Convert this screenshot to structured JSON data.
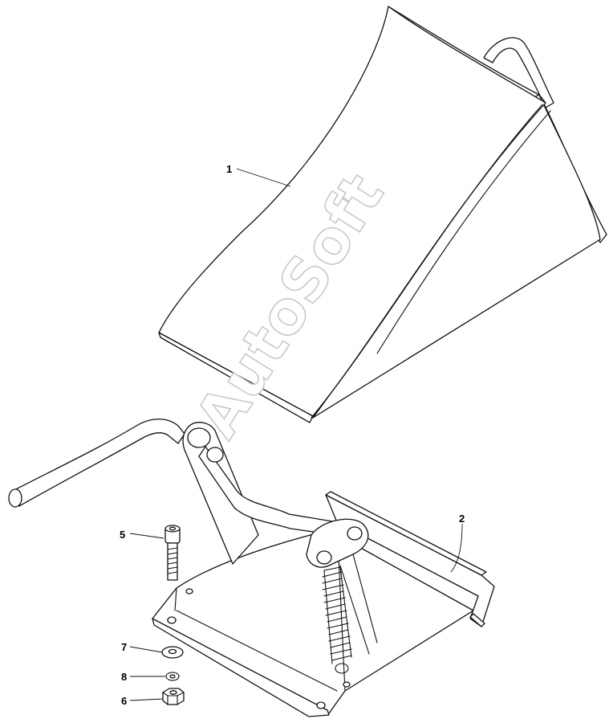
{
  "watermark": "AutoSoft",
  "callouts": {
    "c1": "1",
    "c2": "2",
    "c5": "5",
    "c6": "6",
    "c7": "7",
    "c8": "8"
  },
  "colors": {
    "line": "#111111",
    "background": "#ffffff",
    "watermark_outline": "#c9c9c9"
  }
}
